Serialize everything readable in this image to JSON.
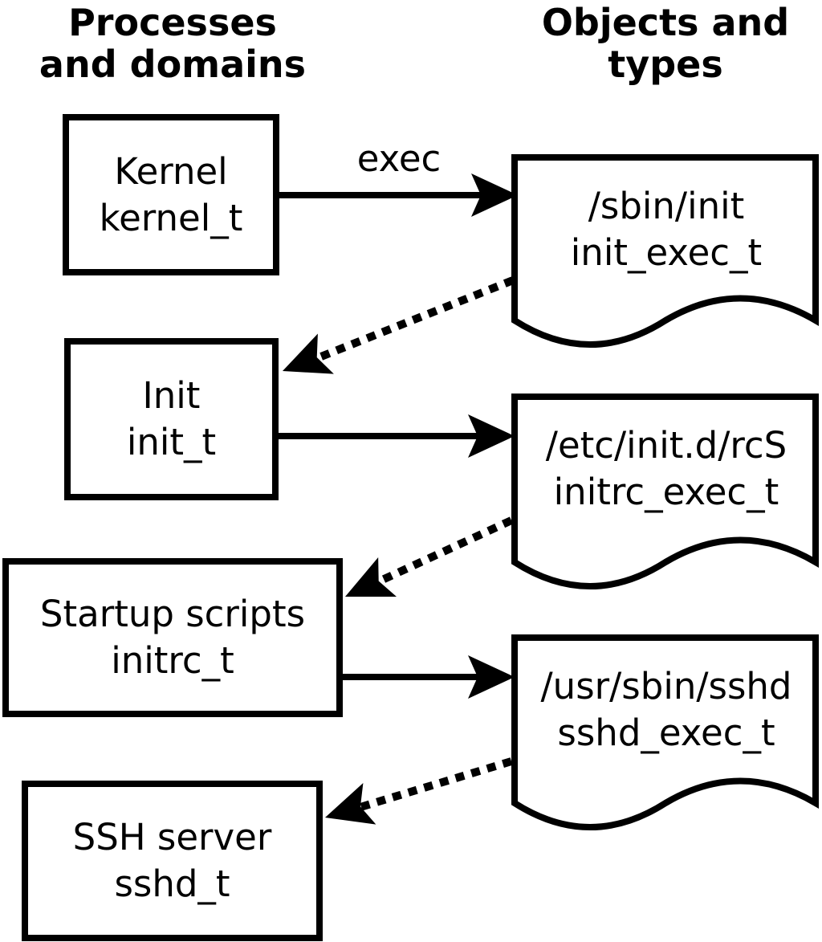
{
  "title_columns": {
    "left": {
      "line1": "Processes",
      "line2": "and domains"
    },
    "right": {
      "line1": "Objects and",
      "line2": "types"
    }
  },
  "process_nodes": [
    {
      "label": "Kernel",
      "type": "kernel_t"
    },
    {
      "label": "Init",
      "type": "init_t"
    },
    {
      "label": "Startup scripts",
      "type": "initrc_t"
    },
    {
      "label": "SSH server",
      "type": "sshd_t"
    }
  ],
  "object_nodes": [
    {
      "label": "/sbin/init",
      "type": "init_exec_t"
    },
    {
      "label": "/etc/init.d/rcS",
      "type": "initrc_exec_t"
    },
    {
      "label": "/usr/sbin/sshd",
      "type": "sshd_exec_t"
    }
  ],
  "edges": {
    "solid": [
      {
        "from": "kernel_t",
        "to": "init_exec_t",
        "label": "exec"
      },
      {
        "from": "init_t",
        "to": "initrc_exec_t",
        "label": ""
      },
      {
        "from": "initrc_t",
        "to": "sshd_exec_t",
        "label": ""
      }
    ],
    "dotted": [
      {
        "from": "init_exec_t",
        "to": "init_t"
      },
      {
        "from": "initrc_exec_t",
        "to": "initrc_t"
      },
      {
        "from": "sshd_exec_t",
        "to": "sshd_t"
      }
    ]
  },
  "colors": {
    "ink": "#000000",
    "background": "#ffffff"
  }
}
